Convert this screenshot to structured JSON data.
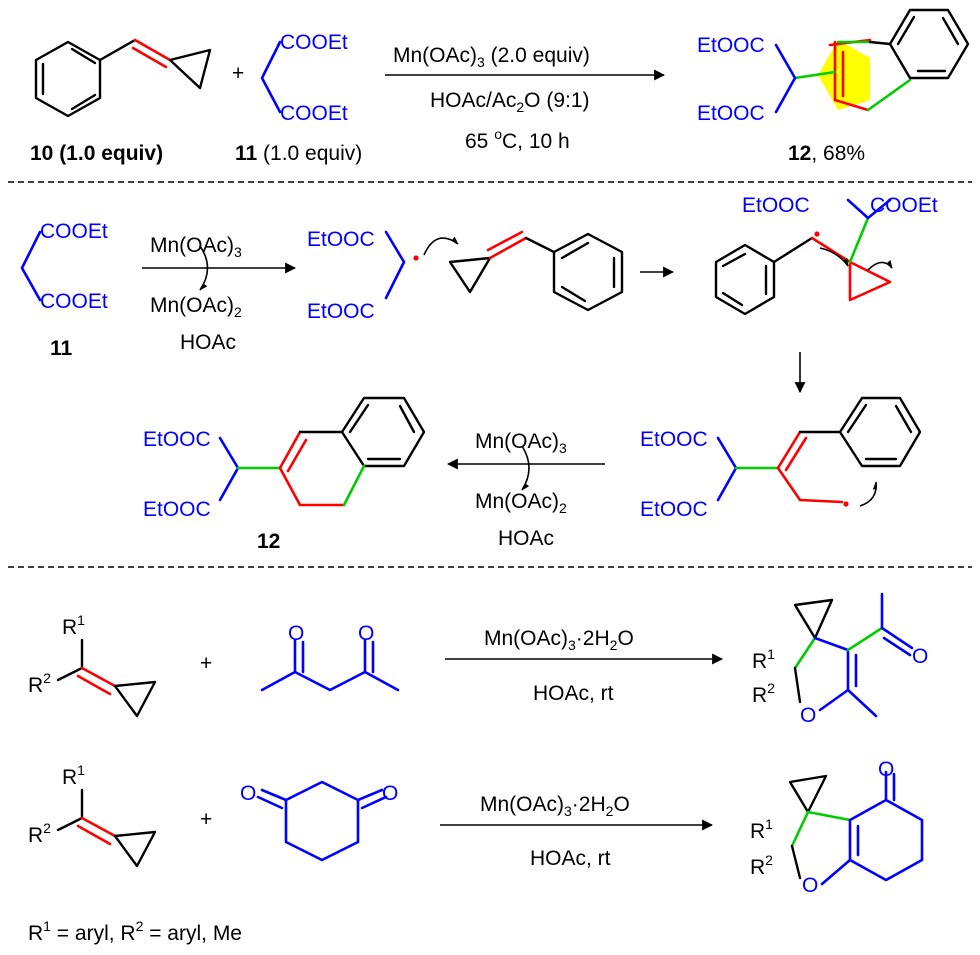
{
  "top_reaction": {
    "reactant1_number": "10",
    "reactant1_equiv": " (1.0 equiv)",
    "plus": "+",
    "reactant2_group_top": "COOEt",
    "reactant2_group_bottom": "COOEt",
    "reactant2_number": "11",
    "reactant2_equiv": " (1.0 equiv)",
    "condition1_a": "Mn(OAc)",
    "condition1_sub": "3",
    "condition1_b": " (2.0 equiv)",
    "condition2_a": "HOAc/Ac",
    "condition2_sub": "2",
    "condition2_b": "O (9:1)",
    "condition3_a": "65 ",
    "condition3_sup": "o",
    "condition3_b": "C, 10 h",
    "product_group_top": "EtOOC",
    "product_group_bottom": "EtOOC",
    "product_number": "12",
    "product_yield": ", 68%"
  },
  "mechanism": {
    "malonate_top": "COOEt",
    "malonate_bottom": "COOEt",
    "malonate_number": "11",
    "step1_top_a": "Mn(OAc)",
    "step1_top_sub": "3",
    "step1_bottom_a": "Mn(OAc)",
    "step1_bottom_sub": "2",
    "step1_bottom_2": "HOAc",
    "radical_top": "EtOOC",
    "radical_bottom": "EtOOC",
    "int2_left": "EtOOC",
    "int2_right": "COOEt",
    "int3_top": "EtOOC",
    "int3_bottom": "EtOOC",
    "step2_top_a": "Mn(OAc)",
    "step2_top_sub": "3",
    "step2_bottom_a": "Mn(OAc)",
    "step2_bottom_sub": "2",
    "step2_bottom_2": "HOAc",
    "final_top": "EtOOC",
    "final_bottom": "EtOOC",
    "final_number": "12"
  },
  "scope": {
    "r1": "R",
    "r1_sup": "1",
    "r2": "R",
    "r2_sup": "2",
    "plus": "+",
    "oxygen": "O",
    "cond_top_a": "Mn(OAc)",
    "cond_top_sub1": "3",
    "cond_top_b": "·2H",
    "cond_top_sub2": "2",
    "cond_top_c": "O",
    "cond_bottom": "HOAc, rt",
    "footnote_a": "R",
    "footnote_sup1": "1",
    "footnote_b": " = aryl, R",
    "footnote_sup2": "2",
    "footnote_c": " = aryl, Me"
  },
  "colors": {
    "malonate": "#0000ff",
    "new_ring_bond": "#ff0000",
    "new_sigma_bond": "#00cc00",
    "ring_highlight": "#ffff00"
  }
}
